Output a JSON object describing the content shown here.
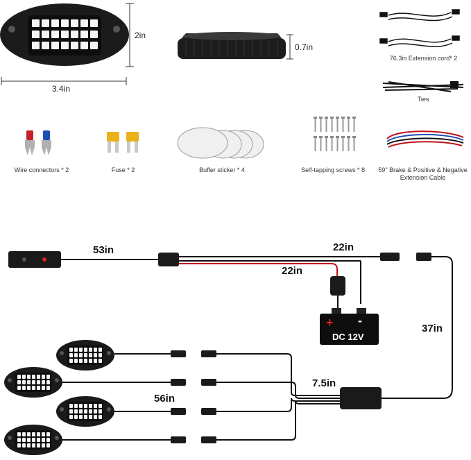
{
  "accessories": {
    "dim_width": "3.4in",
    "dim_height": "2in",
    "dim_thickness": "0.7in",
    "extension_cord": "76.3in Extension cord* 2",
    "ties": "Ties",
    "wire_connectors": "Wire connectors * 2",
    "fuse": "Fuse * 2",
    "buffer_sticker": "Buffer sticker * 4",
    "screws": "Self-tapping screws * 8",
    "brake_cable_line1": "59'' Brake & Positive & Negative",
    "brake_cable_line2": "Extension Cable"
  },
  "wiring": {
    "len_switch": "53in",
    "len_top": "22in",
    "len_battery": "22in",
    "len_vertical": "37in",
    "len_hub": "7.5in",
    "len_pods": "56in",
    "battery_plus": "+",
    "battery_minus": "-",
    "battery_label": "DC 12V"
  },
  "colors": {
    "wire_black": "#111111",
    "wire_red": "#c0121b",
    "led_white": "#f4f4f4",
    "housing": "#1a1a1a"
  }
}
